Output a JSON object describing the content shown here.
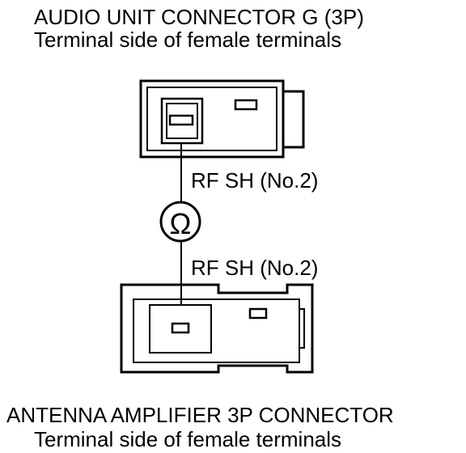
{
  "top_connector": {
    "title": "AUDIO UNIT CONNECTOR G (3P)",
    "subtitle": "Terminal side of female terminals"
  },
  "wire_label_top": "RF SH (No.2)",
  "meter_symbol": "Ω",
  "wire_label_bottom": "RF SH (No.2)",
  "bottom_connector": {
    "title": "ANTENNA AMPLIFIER 3P CONNECTOR",
    "subtitle": "Terminal side of female terminals"
  }
}
